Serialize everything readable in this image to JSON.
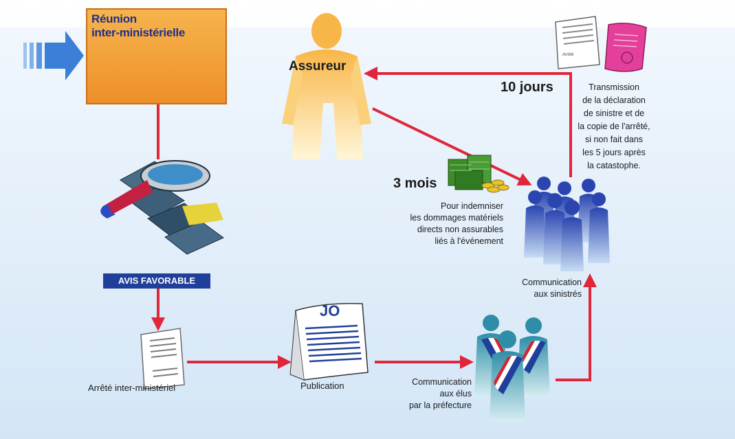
{
  "diagram": {
    "reunion_title": "Réunion\ninter-ministérielle",
    "assureur": "Assureur",
    "dix_jours": "10 jours",
    "transmission_note": "Transmission\nde la déclaration\nde sinistre et de\nla copie de l'arrêté,\nsi non fait dans\nles 5 jours après\nla catastophe.",
    "trois_mois": "3 mois",
    "indemniser_note": "Pour indemniser\nles dommages matériels\ndirects non assurables\nliés à l'événement",
    "avis_favorable": "AVIS FAVORABLE",
    "arrete_label": "Arrêté inter-ministériel",
    "publication_label": "Publication",
    "jo_label": "JO",
    "communication_elus": "Communication\naux élus\npar la préfecture",
    "communication_sinistres": "Communication\naux sinistrés",
    "doc_arrete_small": "Arrêté"
  },
  "colors": {
    "arrow_red": "#e0263a",
    "orange_box": "#f0a040",
    "navy_text": "#1f2f8a",
    "avis_bg": "#1f3f9a",
    "person_yellow": "#f8c05a",
    "people_blue": "#3d5fc0",
    "left_arrow_blue": "#3b7fd8",
    "money_green": "#3c8c2a",
    "certificate_pink": "#e43f9a"
  }
}
